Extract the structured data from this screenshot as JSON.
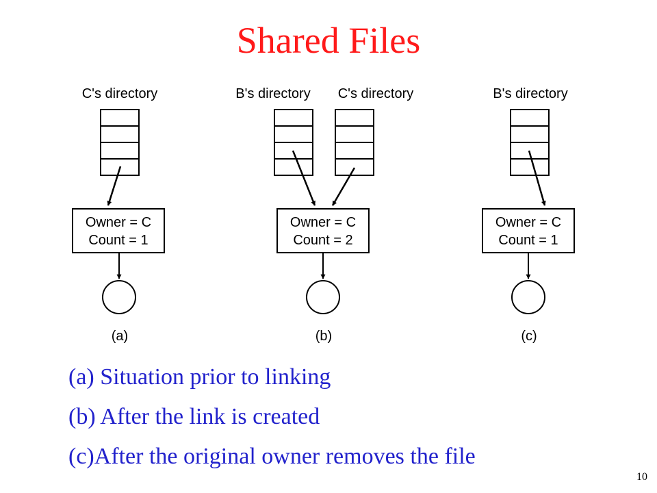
{
  "title": "Shared Files",
  "panels": [
    {
      "directories": [
        "C's directory"
      ],
      "box_line1": "Owner = C",
      "box_line2": "Count = 1",
      "caption": "(a)"
    },
    {
      "directories": [
        "B's directory",
        "C's directory"
      ],
      "box_line1": "Owner = C",
      "box_line2": "Count = 2",
      "caption": "(b)"
    },
    {
      "directories": [
        "B's directory"
      ],
      "box_line1": "Owner = C",
      "box_line2": "Count = 1",
      "caption": "(c)"
    }
  ],
  "captions": [
    "(a) Situation prior to linking",
    "(b) After the link is created",
    "(c)After the original owner removes the file"
  ],
  "page_number": "10",
  "colors": {
    "title": "#ff1a1a",
    "captions": "#2222cc",
    "lines": "#000000"
  }
}
